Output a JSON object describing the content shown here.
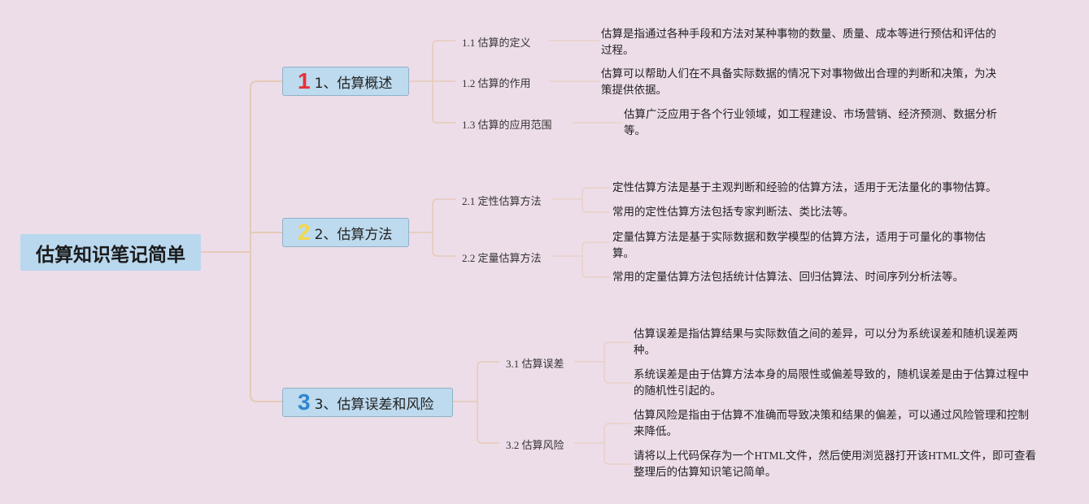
{
  "root": {
    "label": "估算知识笔记简单"
  },
  "colors": {
    "background": "#eddde9",
    "connector": "#e6cab7",
    "node_fill": "#bddaee",
    "badge_1": "#e8303a",
    "badge_2": "#f4d84a",
    "badge_3": "#2f86d0"
  },
  "branches": [
    {
      "badge": "1",
      "label": "1、估算概述",
      "subs": [
        {
          "label": "1.1 估算的定义",
          "details": [
            "估算是指通过各种手段和方法对某种事物的数量、质量、成本等进行预估和评估的过程。"
          ]
        },
        {
          "label": "1.2 估算的作用",
          "details": [
            "估算可以帮助人们在不具备实际数据的情况下对事物做出合理的判断和决策，为决策提供依据。"
          ]
        },
        {
          "label": "1.3 估算的应用范围",
          "details": [
            "估算广泛应用于各个行业领域，如工程建设、市场营销、经济预测、数据分析等。"
          ]
        }
      ]
    },
    {
      "badge": "2",
      "label": "2、估算方法",
      "subs": [
        {
          "label": "2.1 定性估算方法",
          "details": [
            "定性估算方法是基于主观判断和经验的估算方法，适用于无法量化的事物估算。",
            "常用的定性估算方法包括专家判断法、类比法等。"
          ]
        },
        {
          "label": "2.2 定量估算方法",
          "details": [
            "定量估算方法是基于实际数据和数学模型的估算方法，适用于可量化的事物估算。",
            "常用的定量估算方法包括统计估算法、回归估算法、时间序列分析法等。"
          ]
        }
      ]
    },
    {
      "badge": "3",
      "label": "3、估算误差和风险",
      "subs": [
        {
          "label": "3.1 估算误差",
          "details": [
            "估算误差是指估算结果与实际数值之间的差异，可以分为系统误差和随机误差两种。",
            "系统误差是由于估算方法本身的局限性或偏差导致的，随机误差是由于估算过程中的随机性引起的。"
          ]
        },
        {
          "label": "3.2 估算风险",
          "details": [
            "估算风险是指由于估算不准确而导致决策和结果的偏差，可以通过风险管理和控制来降低。",
            "请将以上代码保存为一个HTML文件，然后使用浏览器打开该HTML文件，即可查看整理后的估算知识笔记简单。"
          ]
        }
      ]
    }
  ]
}
